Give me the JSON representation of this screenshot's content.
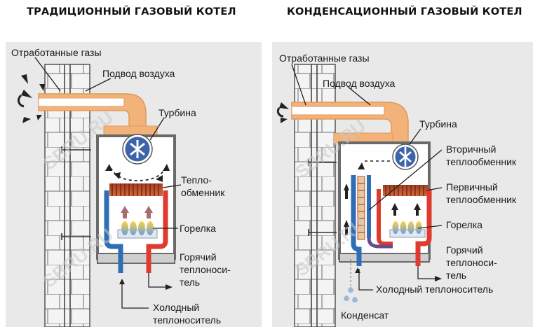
{
  "titles": {
    "left": "ТРАДИЦИОННЫЙ ГАЗОВЫЙ КОТЕЛ",
    "right": "КОНДЕНСАЦИОННЫЙ ГАЗОВЫЙ КОТЕЛ"
  },
  "watermark": "SBRU.RU",
  "left_panel": {
    "exhaust_gases": "Отработанные газы",
    "air_supply": "Подвод воздуха",
    "turbine": "Турбина",
    "heat_exchanger_1": "Тепло-",
    "heat_exchanger_2": "обменник",
    "burner": "Горелка",
    "hot_coolant_1": "Горячий",
    "hot_coolant_2": "теплоноси-",
    "hot_coolant_3": "тель",
    "cold_coolant_1": "Холодный",
    "cold_coolant_2": "теплоноситель"
  },
  "right_panel": {
    "exhaust_gases": "Отработанные газы",
    "air_supply": "Подвод воздуха",
    "turbine": "Турбина",
    "secondary_hx_1": "Вторичный",
    "secondary_hx_2": "теплообменник",
    "primary_hx_1": "Первичный",
    "primary_hx_2": "теплообменник",
    "burner": "Горелка",
    "hot_coolant_1": "Горячий",
    "hot_coolant_2": "теплоноси-",
    "hot_coolant_3": "тель",
    "cold_coolant": "Холодный теплоноситель",
    "condensate": "Конденсат"
  },
  "colors": {
    "panel_bg": "#e9e9e9",
    "pipe_orange": "#f2b27a",
    "pipe_stroke": "#e09a5a",
    "hot_red": "#e03a2e",
    "cold_blue": "#2f6db5",
    "hx_brown": "#b04a2a",
    "turbine_blue": "#3d63a8"
  }
}
